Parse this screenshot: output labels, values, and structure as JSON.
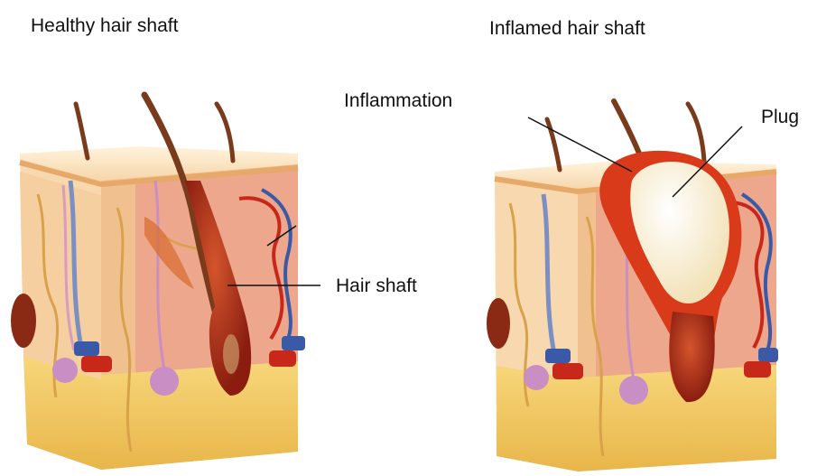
{
  "titles": {
    "healthy": "Healthy hair shaft",
    "inflamed": "Inflamed hair shaft"
  },
  "labels": {
    "inflammation": "Inflammation",
    "plug": "Plug",
    "hair_shaft": "Hair shaft"
  },
  "colors": {
    "epidermis_top": "#fbe6c0",
    "dermis": "#f3c69a",
    "dermis_pink": "#eaa08a",
    "subcutis": "#f2c860",
    "follicle": "#b8331a",
    "hair": "#7a3a1c",
    "inflammation": "#d83a1a",
    "plug": "#fbf3dc",
    "vein": "#3a5aa8",
    "artery": "#c8281a",
    "gland": "#c98fc4",
    "nerve": "#d9a24a"
  }
}
